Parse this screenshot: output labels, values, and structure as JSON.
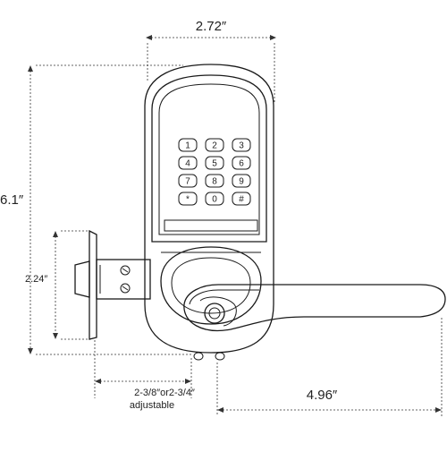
{
  "dimensions": {
    "width_top": "2.72″",
    "height_total": "6.1″",
    "latch_height": "2.24″",
    "backset": "2-3/8″or2-3/4″",
    "backset_note": "adjustable",
    "lever_length": "4.96″"
  },
  "keypad": {
    "keys": [
      "1",
      "2",
      "3",
      "4",
      "5",
      "6",
      "7",
      "8",
      "9",
      "*",
      "0",
      "#"
    ]
  }
}
